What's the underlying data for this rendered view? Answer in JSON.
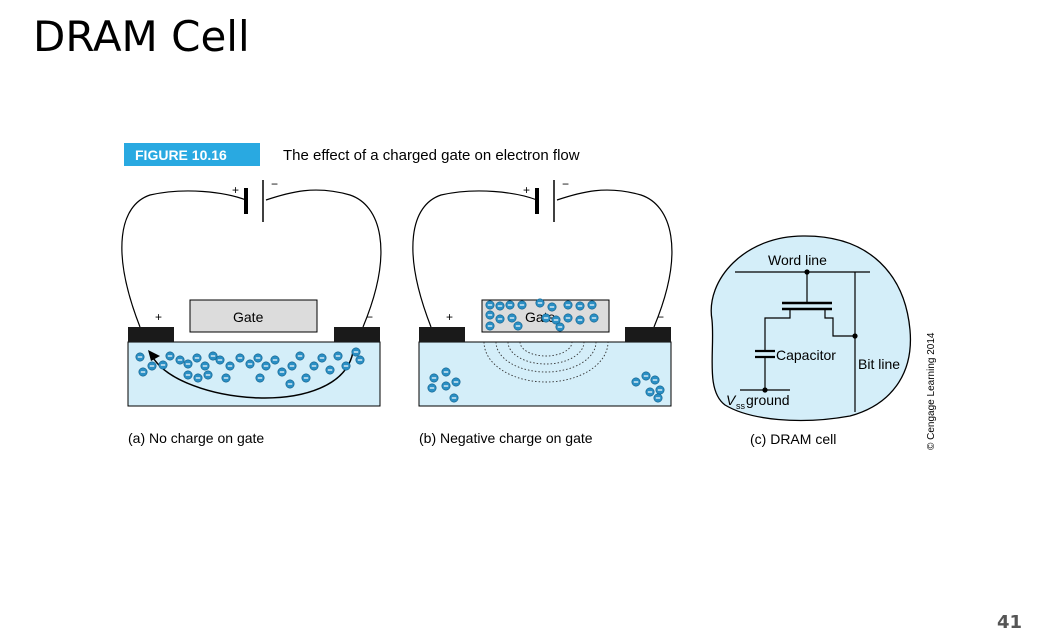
{
  "slide": {
    "title": "DRAM Cell",
    "page_number": "41"
  },
  "figure": {
    "label": "FIGURE 10.16",
    "caption": "The effect of a charged gate on electron flow",
    "credit": "© Cengage Learning 2014",
    "colors": {
      "figure_label_bg": "#29a9e1",
      "substrate": "#d4eef9",
      "gate": "#dcdcdc",
      "electrode": "#1a1a1a"
    },
    "panel_a": {
      "gate_label": "Gate",
      "plus": "+",
      "minus": "−",
      "batt_plus": "+",
      "batt_minus": "−",
      "caption": "(a) No charge on gate"
    },
    "panel_b": {
      "gate_label": "Gate",
      "plus": "+",
      "minus": "−",
      "batt_plus": "+",
      "batt_minus": "−",
      "caption": "(b) Negative charge on gate"
    },
    "panel_c": {
      "word_line": "Word line",
      "capacitor": "Capacitor",
      "bit_line": "Bit line",
      "vss": "V",
      "vss_sub": "ss",
      "ground": " ground",
      "caption": "(c) DRAM cell"
    }
  }
}
